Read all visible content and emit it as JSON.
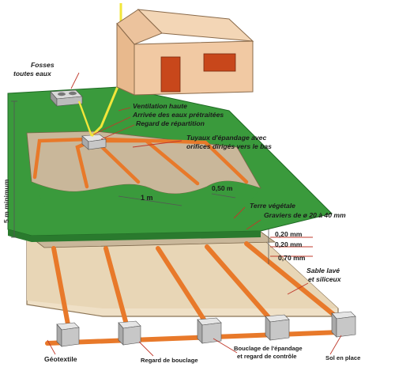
{
  "labels": {
    "fosses": "Fosses",
    "toutes_eaux": "toutes eaux",
    "ventilation": "Ventilation haute",
    "arrivee": "Arrivée des eaux prétraitées",
    "regard_repartition": "Regard de répartition",
    "tuyaux_1": "Tuyaux d'épandage avec",
    "tuyaux_2": "orifices dirigés vers le bas",
    "cinq_m": "5 m minimum",
    "un_m": "1 m",
    "zero_50": "0,50 m",
    "terre": "Terre végétale",
    "graviers": "Graviers de ø 20 à 40 mm",
    "mm20a": "0,20 mm",
    "mm20b": "0,20 mm",
    "mm70": "0,70 mm",
    "sable_1": "Sable lavé",
    "sable_2": "et siliceux",
    "geotextile": "Géotextile",
    "regard_bouclage": "Regard de bouclage",
    "bouclage_1": "Bouclage de l'épandage",
    "bouclage_2": "et regard de contrôle",
    "sol": "Sol en place"
  },
  "colors": {
    "grass": "#3a9a3c",
    "grass_dark": "#2a7a2e",
    "gravel": "#c9b79a",
    "sand": "#efe0c6",
    "pipe": "#e8792a",
    "house_wall": "#f1c9a3",
    "roof": "#f3d6b6",
    "door": "#c8471b",
    "vent": "#f2e63a",
    "box": "#bdbdbd",
    "line": "#c0392b"
  }
}
